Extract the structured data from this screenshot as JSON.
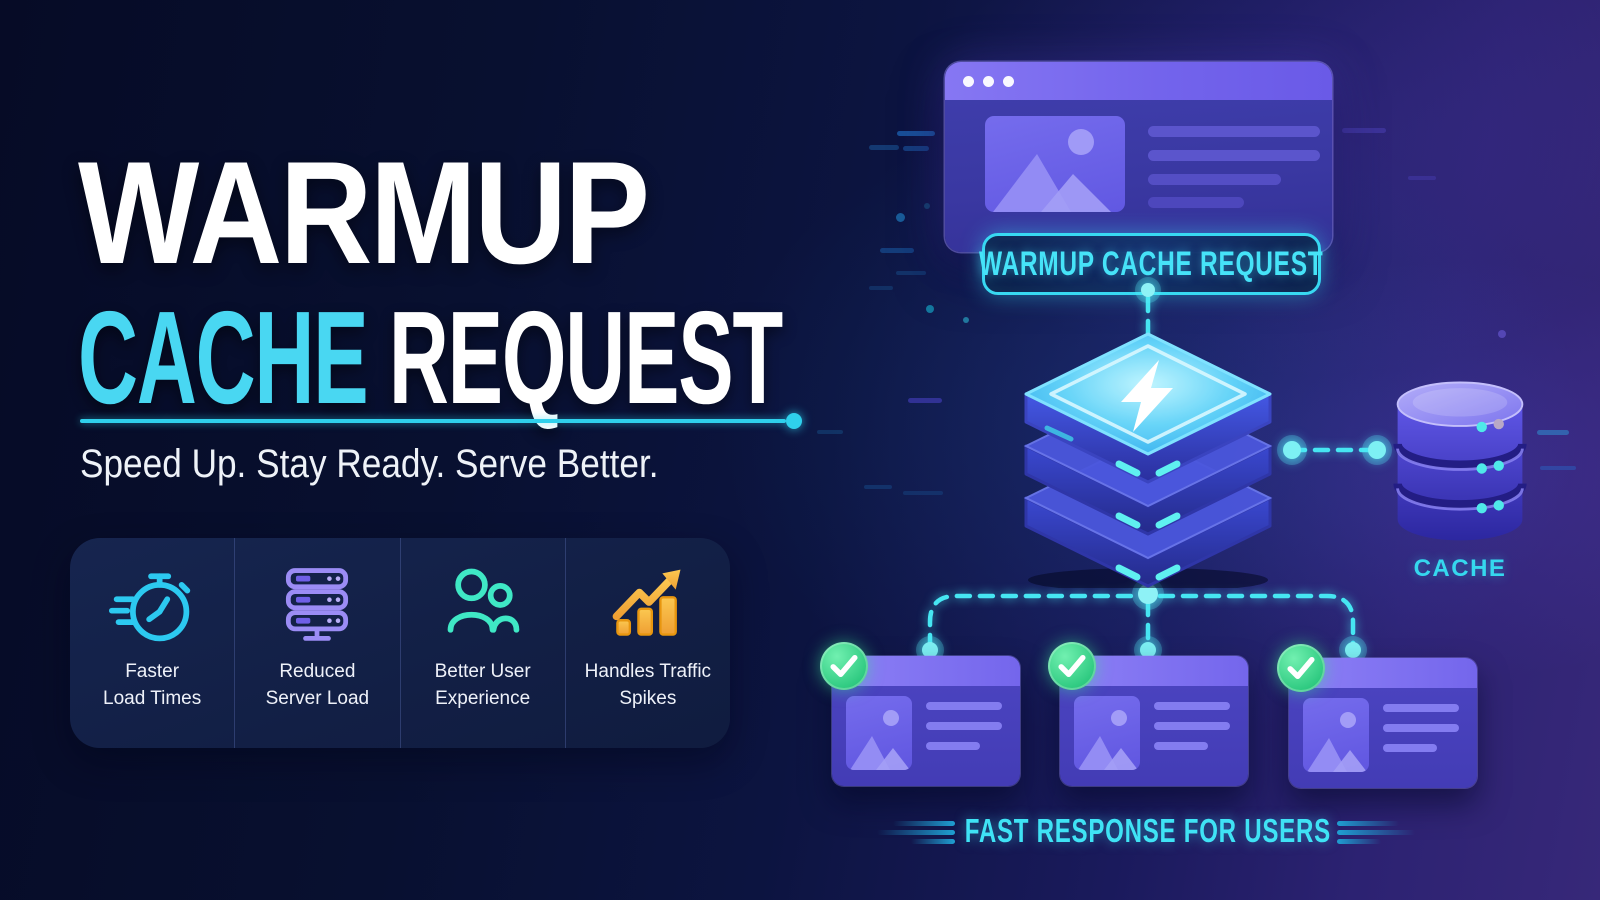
{
  "hero": {
    "title_line1": "WARMUP",
    "title_accent": "CACHE",
    "title_rest": "REQUEST",
    "subtitle": "Speed Up. Stay Ready. Serve Better.",
    "accent_color": "#49d7f2",
    "divider_color": "#2fd0ec"
  },
  "features": {
    "items": [
      {
        "icon": "stopwatch-icon",
        "color": "#2cc9f0",
        "line1": "Faster",
        "line2": "Load Times"
      },
      {
        "icon": "server-rack-icon",
        "color": "#9b8cf5",
        "line1": "Reduced",
        "line2": "Server Load"
      },
      {
        "icon": "users-icon",
        "color": "#3fe8c5",
        "line1": "Better User",
        "line2": "Experience"
      },
      {
        "icon": "traffic-chart-icon",
        "color": "#f5b33f",
        "line1": "Handles Traffic",
        "line2": "Spikes"
      }
    ]
  },
  "diagram": {
    "badge_label": "WARMUP CACHE REQUEST",
    "cache_label": "CACHE",
    "footer_label": "FAST RESPONSE FOR USERS",
    "connector_color": "#46e6f2",
    "check_color": "#2fca81",
    "browser_dots": 3,
    "result_cards": 3
  }
}
